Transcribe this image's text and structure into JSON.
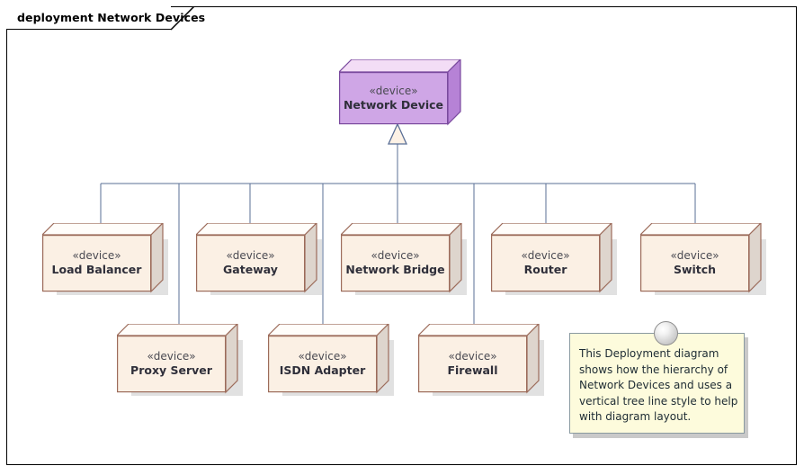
{
  "frame": {
    "label": "deployment Network Devices",
    "border_color": "#000000"
  },
  "palette": {
    "device_fill": "#fbf0e4",
    "device_fill_light": "#fdf7ef",
    "device_border": "#9c6b5a",
    "device_top": "#fffdfa",
    "device_side": "#ded5cd",
    "root_fill": "#cfa6e6",
    "root_top": "#f3ddf6",
    "root_side": "#b07fd0",
    "root_border": "#7a4a9e",
    "connector": "#5a6f96",
    "note_fill": "#fdfbdc",
    "note_border": "#8a9aa0",
    "shadow": "#c8c8c8"
  },
  "root": {
    "stereotype": "«device»",
    "name": "Network Device"
  },
  "tier1": [
    {
      "stereotype": "«device»",
      "name": "Load Balancer"
    },
    {
      "stereotype": "«device»",
      "name": "Gateway"
    },
    {
      "stereotype": "«device»",
      "name": "Network Bridge"
    },
    {
      "stereotype": "«device»",
      "name": "Router"
    },
    {
      "stereotype": "«device»",
      "name": "Switch"
    }
  ],
  "tier2": [
    {
      "stereotype": "«device»",
      "name": "Proxy Server"
    },
    {
      "stereotype": "«device»",
      "name": "ISDN Adapter"
    },
    {
      "stereotype": "«device»",
      "name": "Firewall"
    }
  ],
  "note": {
    "text": "This Deployment diagram shows how the hierarchy of Network Devices and uses a vertical tree line style to help with diagram layout."
  },
  "chart_data": {
    "type": "diagram",
    "diagram_kind": "UML Deployment Diagram",
    "title": "deployment Network Devices",
    "line_style": "vertical tree",
    "nodes": [
      {
        "id": "network-device",
        "label": "Network Device",
        "stereotype": "«device»",
        "level": 0,
        "fill": "#cfa6e6"
      },
      {
        "id": "load-balancer",
        "label": "Load Balancer",
        "stereotype": "«device»",
        "level": 1,
        "fill": "#fbf0e4"
      },
      {
        "id": "gateway",
        "label": "Gateway",
        "stereotype": "«device»",
        "level": 1,
        "fill": "#fbf0e4"
      },
      {
        "id": "network-bridge",
        "label": "Network Bridge",
        "stereotype": "«device»",
        "level": 1,
        "fill": "#fbf0e4"
      },
      {
        "id": "router",
        "label": "Router",
        "stereotype": "«device»",
        "level": 1,
        "fill": "#fbf0e4"
      },
      {
        "id": "switch",
        "label": "Switch",
        "stereotype": "«device»",
        "level": 1,
        "fill": "#fbf0e4"
      },
      {
        "id": "proxy-server",
        "label": "Proxy Server",
        "stereotype": "«device»",
        "level": 2,
        "fill": "#fbf0e4"
      },
      {
        "id": "isdn-adapter",
        "label": "ISDN Adapter",
        "stereotype": "«device»",
        "level": 2,
        "fill": "#fbf0e4"
      },
      {
        "id": "firewall",
        "label": "Firewall",
        "stereotype": "«device»",
        "level": 2,
        "fill": "#fbf0e4"
      }
    ],
    "edges": [
      {
        "from": "load-balancer",
        "to": "network-device",
        "type": "generalization"
      },
      {
        "from": "gateway",
        "to": "network-device",
        "type": "generalization"
      },
      {
        "from": "network-bridge",
        "to": "network-device",
        "type": "generalization"
      },
      {
        "from": "router",
        "to": "network-device",
        "type": "generalization"
      },
      {
        "from": "switch",
        "to": "network-device",
        "type": "generalization"
      },
      {
        "from": "proxy-server",
        "to": "network-device",
        "type": "generalization"
      },
      {
        "from": "isdn-adapter",
        "to": "network-device",
        "type": "generalization"
      },
      {
        "from": "firewall",
        "to": "network-device",
        "type": "generalization"
      }
    ],
    "annotations": [
      {
        "kind": "note",
        "text": "This Deployment diagram shows how the hierarchy of Network Devices and uses a vertical tree line style to help with diagram layout."
      }
    ]
  }
}
